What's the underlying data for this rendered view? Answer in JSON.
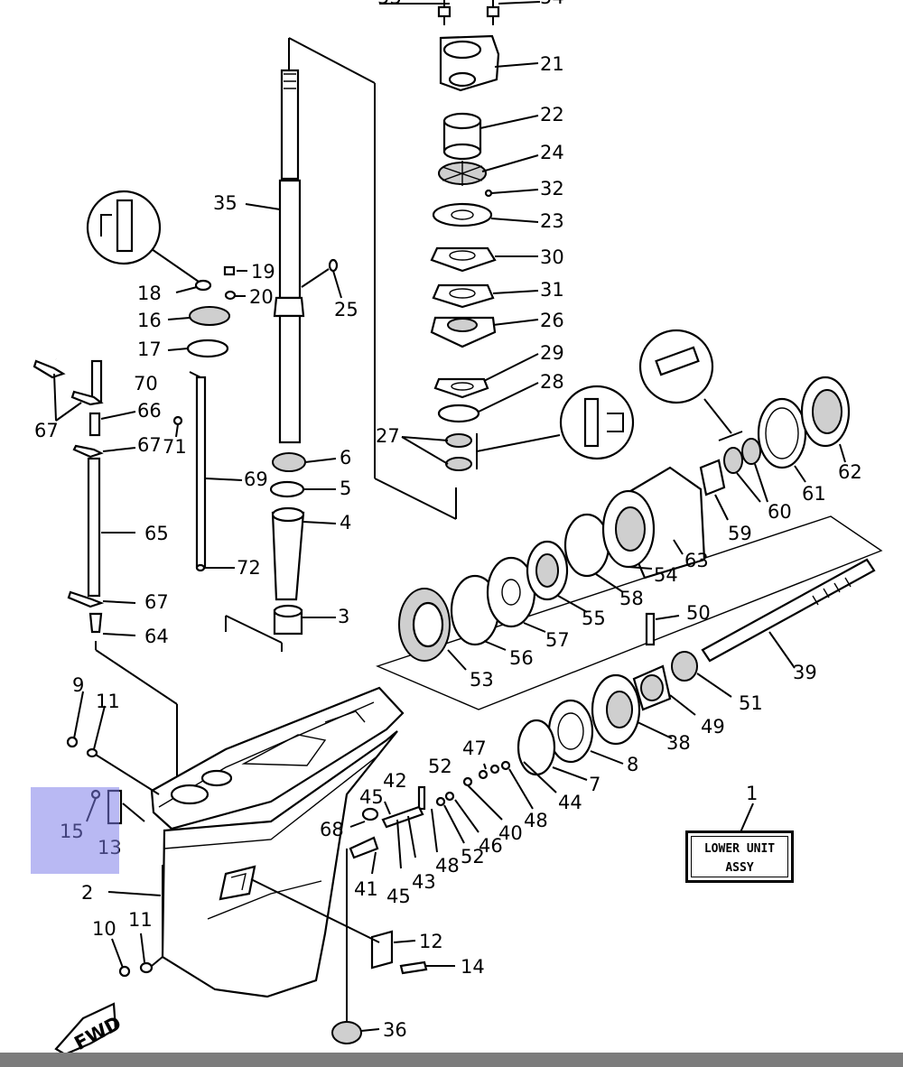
{
  "diagram": {
    "labels": [
      "53",
      "54",
      "21",
      "22",
      "24",
      "32",
      "23",
      "30",
      "31",
      "26",
      "29",
      "28",
      "27",
      "35",
      "19",
      "18",
      "20",
      "16",
      "17",
      "25",
      "70",
      "66",
      "67",
      "67",
      "71",
      "6",
      "5",
      "69",
      "4",
      "65",
      "72",
      "67",
      "3",
      "64",
      "62",
      "61",
      "60",
      "59",
      "63",
      "58",
      "55",
      "57",
      "56",
      "53",
      "54",
      "50",
      "39",
      "51",
      "49",
      "38",
      "9",
      "11",
      "47",
      "52",
      "42",
      "45",
      "68",
      "15",
      "13",
      "44",
      "48",
      "40",
      "46",
      "52",
      "48",
      "43",
      "41",
      "45",
      "7",
      "8",
      "1",
      "2",
      "12",
      "14",
      "10",
      "11",
      "36"
    ],
    "assembly_box": {
      "line1": "LOWER UNIT",
      "line2": "ASSY"
    },
    "badge": "FWD"
  },
  "highlight_color": "#7b7be8"
}
